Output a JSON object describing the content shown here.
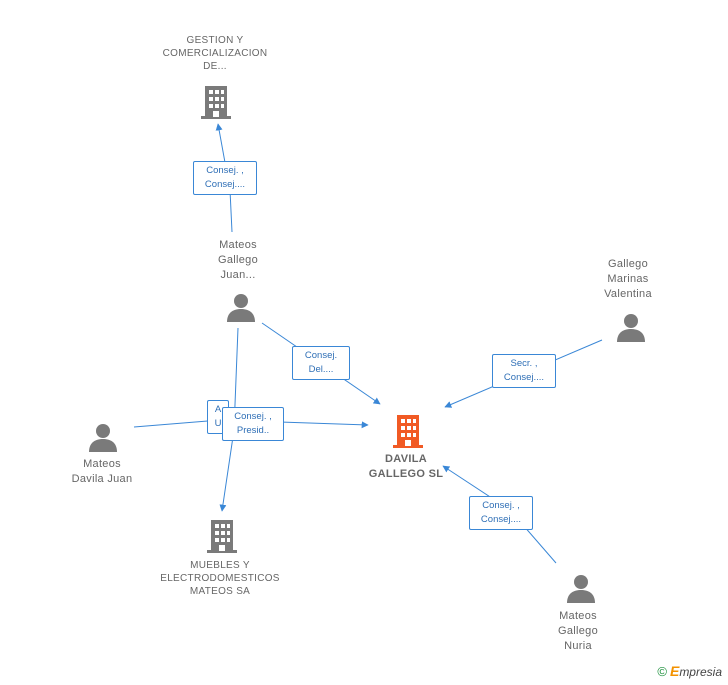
{
  "nodes": {
    "gestion": {
      "label": "GESTION Y\nCOMERCIALIZACION\nDE..."
    },
    "mateos_juan": {
      "label": "Mateos\nGallego\nJuan..."
    },
    "gallego_marinas": {
      "label": "Gallego\nMarinas\nValentina"
    },
    "mateos_davila": {
      "label": "Mateos\nDavila Juan"
    },
    "davila_gallego": {
      "label": "DAVILA\nGALLEGO SL"
    },
    "muebles": {
      "label": "MUEBLES Y\nELECTRODOMESTICOS\nMATEOS SA"
    },
    "mateos_nuria": {
      "label": "Mateos\nGallego\nNuria"
    }
  },
  "edges": {
    "e1": "Consej. ,\nConsej....",
    "e2": "Consej.\nDel....",
    "e3": "Secr. ,\nConsej....",
    "e4a": "A\nU",
    "e4b": "Consej. ,\nPresid..",
    "e5": "Consej. ,\nConsej...."
  },
  "colors": {
    "person": "#7a7a7a",
    "company": "#7a7a7a",
    "main": "#f15a24",
    "edge": "#3a87d6"
  },
  "footer": {
    "copyright": "©",
    "brand_e": "E",
    "brand_rest": "mpresia"
  }
}
